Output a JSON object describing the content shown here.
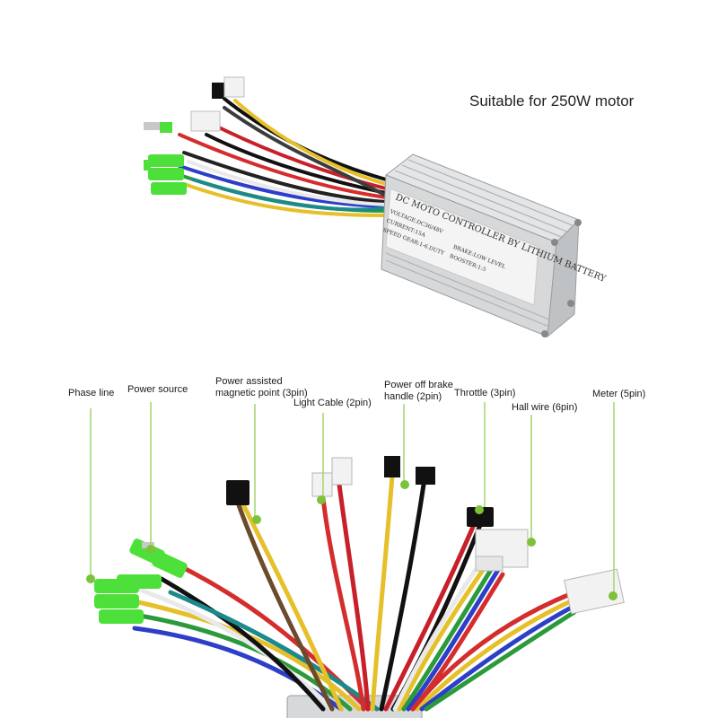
{
  "headline": "Suitable for 250W motor",
  "controller_label": {
    "line1": "DC MOTO CONTROLLER BY LITHIUM BATTERY",
    "line2": "VOLTAGE:DC36/48V",
    "line3": "CURRENT:15A",
    "line4": "BRAKE:LOW LEVEL",
    "line5": "SPEED GEAR:1-6.DUTY",
    "line6": "BOOSTER:1:5"
  },
  "callouts": {
    "phase_line": "Phase line",
    "power_source": "Power source",
    "power_assisted_1": "Power assisted",
    "power_assisted_2": "magnetic point (3pin)",
    "light_cable": "Light Cable (2pin)",
    "brake_1": "Power off brake",
    "brake_2": "handle (2pin)",
    "throttle": "Throttle (3pin)",
    "hall_wire": "Hall wire (6pin)",
    "meter": "Meter (5pin)"
  },
  "colors": {
    "callout_line": "#a4d46a",
    "callout_dot": "#7cc23a",
    "connector_green": "#4ee03a",
    "housing": "#d6d8da"
  }
}
